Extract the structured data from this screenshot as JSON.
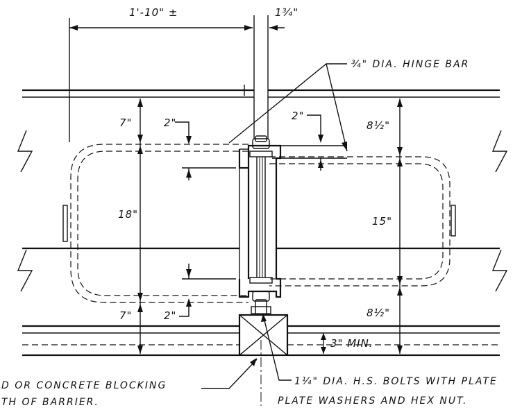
{
  "dimensions": {
    "overall_width": "1'-10\" ±",
    "gap_width": "1¾\"",
    "left_top_offset": "7\"",
    "left_top_small": "2\"",
    "left_middle": "18\"",
    "left_bottom_offset": "7\"",
    "left_bottom_small": "2\"",
    "right_top_small": "2\"",
    "right_top_offset": "8½\"",
    "right_middle": "15\"",
    "right_bottom_offset": "8½\"",
    "min_depth": "3\" MIN."
  },
  "callouts": {
    "hinge_bar": "¾\" DIA. HINGE BAR",
    "blocking_line1": "D OR CONCRETE BLOCKING",
    "blocking_line2": "TH OF BARRIER.",
    "bolts_line1": "1¼\" DIA. H.S. BOLTS WITH PLATE",
    "bolts_line2": "PLATE WASHERS AND HEX NUT."
  }
}
